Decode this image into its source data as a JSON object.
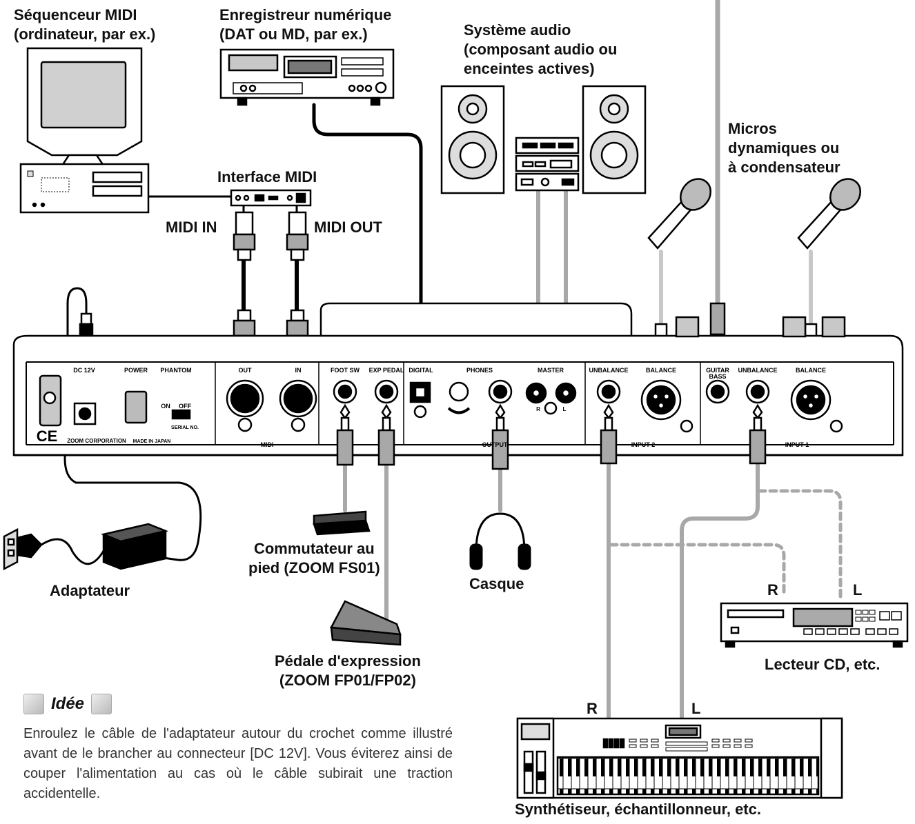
{
  "labels": {
    "midi_sequencer": [
      "Séquenceur MIDI",
      "(ordinateur, par ex.)"
    ],
    "digital_recorder": [
      "Enregistreur numérique",
      "(DAT ou MD, par ex.)"
    ],
    "audio_system": [
      "Système audio",
      "(composant audio ou",
      "enceintes actives)"
    ],
    "microphones": [
      "Micros",
      "dynamiques ou",
      "à condensateur"
    ],
    "midi_interface": "Interface MIDI",
    "midi_in": "MIDI IN",
    "midi_out": "MIDI OUT",
    "adapter": "Adaptateur",
    "footswitch": [
      "Commutateur au",
      "pied (ZOOM FS01)"
    ],
    "headphones": "Casque",
    "expression_pedal": [
      "Pédale d'expression",
      "(ZOOM FP01/FP02)"
    ],
    "cd_player": "Lecteur CD, etc.",
    "synth": "Synthétiseur, échantillonneur, etc.",
    "cd_r": "R",
    "cd_l": "L",
    "synth_r": "R",
    "synth_l": "L"
  },
  "panel": {
    "dc12v": "DC 12V",
    "power": "POWER",
    "phantom": "PHANTOM",
    "on": "ON",
    "off": "OFF",
    "serial": "SERIAL NO.",
    "brand": "ZOOM CORPORATION",
    "made_in": "MADE IN JAPAN",
    "midi_out": "OUT",
    "midi_in": "IN",
    "midi_group": "MIDI",
    "foot_sw": "FOOT SW",
    "exp_pedal": "EXP PEDAL",
    "digital": "DIGITAL",
    "phones": "PHONES",
    "master": "MASTER",
    "master_r": "R",
    "master_l": "L",
    "output_group": "OUTPUT",
    "unbalance_2": "UNBALANCE",
    "balance_2": "BALANCE",
    "input2_group": "INPUT 2",
    "guitar": "GUITAR",
    "bass": "BASS",
    "unbalance_1": "UNBALANCE",
    "balance_1": "BALANCE",
    "input1_group": "INPUT 1",
    "ce_mark": "CE"
  },
  "tip": {
    "title": "Idée",
    "body": "Enroulez le câble de l'adaptateur autour du crochet comme illustré avant de le brancher au connecteur [DC 12V]. Vous éviterez ainsi de couper l'alimentation au cas où le câble subirait une traction accidentelle."
  },
  "icons": [
    "computer-icon",
    "dat-recorder-icon",
    "speaker-icon",
    "amplifier-icon",
    "microphone-icon",
    "midi-interface-icon",
    "power-plug-icon",
    "ac-adapter-icon",
    "footswitch-icon",
    "headphones-icon",
    "expression-pedal-icon",
    "cd-player-icon",
    "keyboard-synth-icon",
    "tip-icon"
  ],
  "colors": {
    "line": "#000000",
    "cable_grey": "#a8a8a8",
    "panel": "#ffffff",
    "tip_square": "#c8c8c8"
  }
}
